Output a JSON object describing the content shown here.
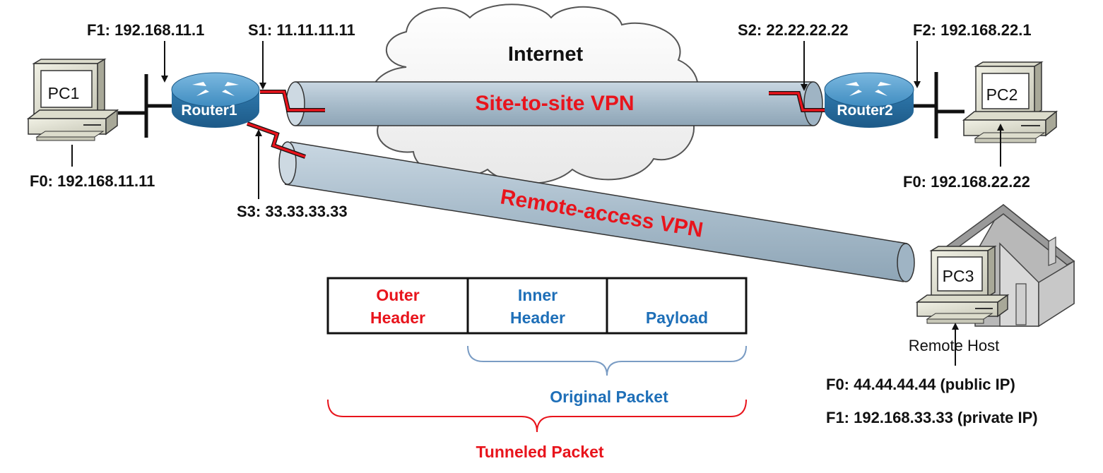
{
  "cloud": {
    "label": "Internet"
  },
  "pcs": [
    {
      "name": "PC1"
    },
    {
      "name": "PC2"
    },
    {
      "name": "PC3"
    }
  ],
  "routers": [
    {
      "name": "Router1"
    },
    {
      "name": "Router2"
    }
  ],
  "interfaces": {
    "r1_f1": "F1: 192.168.11.1",
    "r1_s1": "S1: 11.11.11.11",
    "r1_s3": "S3: 33.33.33.33",
    "pc1_f0": "F0: 192.168.11.11",
    "r2_s2": "S2: 22.22.22.22",
    "r2_f2": "F2: 192.168.22.1",
    "pc2_f0": "F0: 192.168.22.22",
    "remote_f0": "F0: 44.44.44.44 (public IP)",
    "remote_f1": "F1: 192.168.33.33 (private IP)"
  },
  "remote_host": {
    "label": "Remote Host"
  },
  "tunnels": {
    "site_to_site": "Site-to-site VPN",
    "remote_access": "Remote-access VPN"
  },
  "packet": {
    "outer_header": [
      "Outer",
      "Header"
    ],
    "inner_header": [
      "Inner",
      "Header"
    ],
    "payload": "Payload",
    "original_packet": "Original Packet",
    "tunneled_packet": "Tunneled Packet"
  },
  "colors": {
    "red": "#e8141c",
    "blue": "#1e6fb8",
    "brace_blue": "#7a9cc4",
    "tunnel": "#a9bfce",
    "router": "#3b87b9"
  }
}
